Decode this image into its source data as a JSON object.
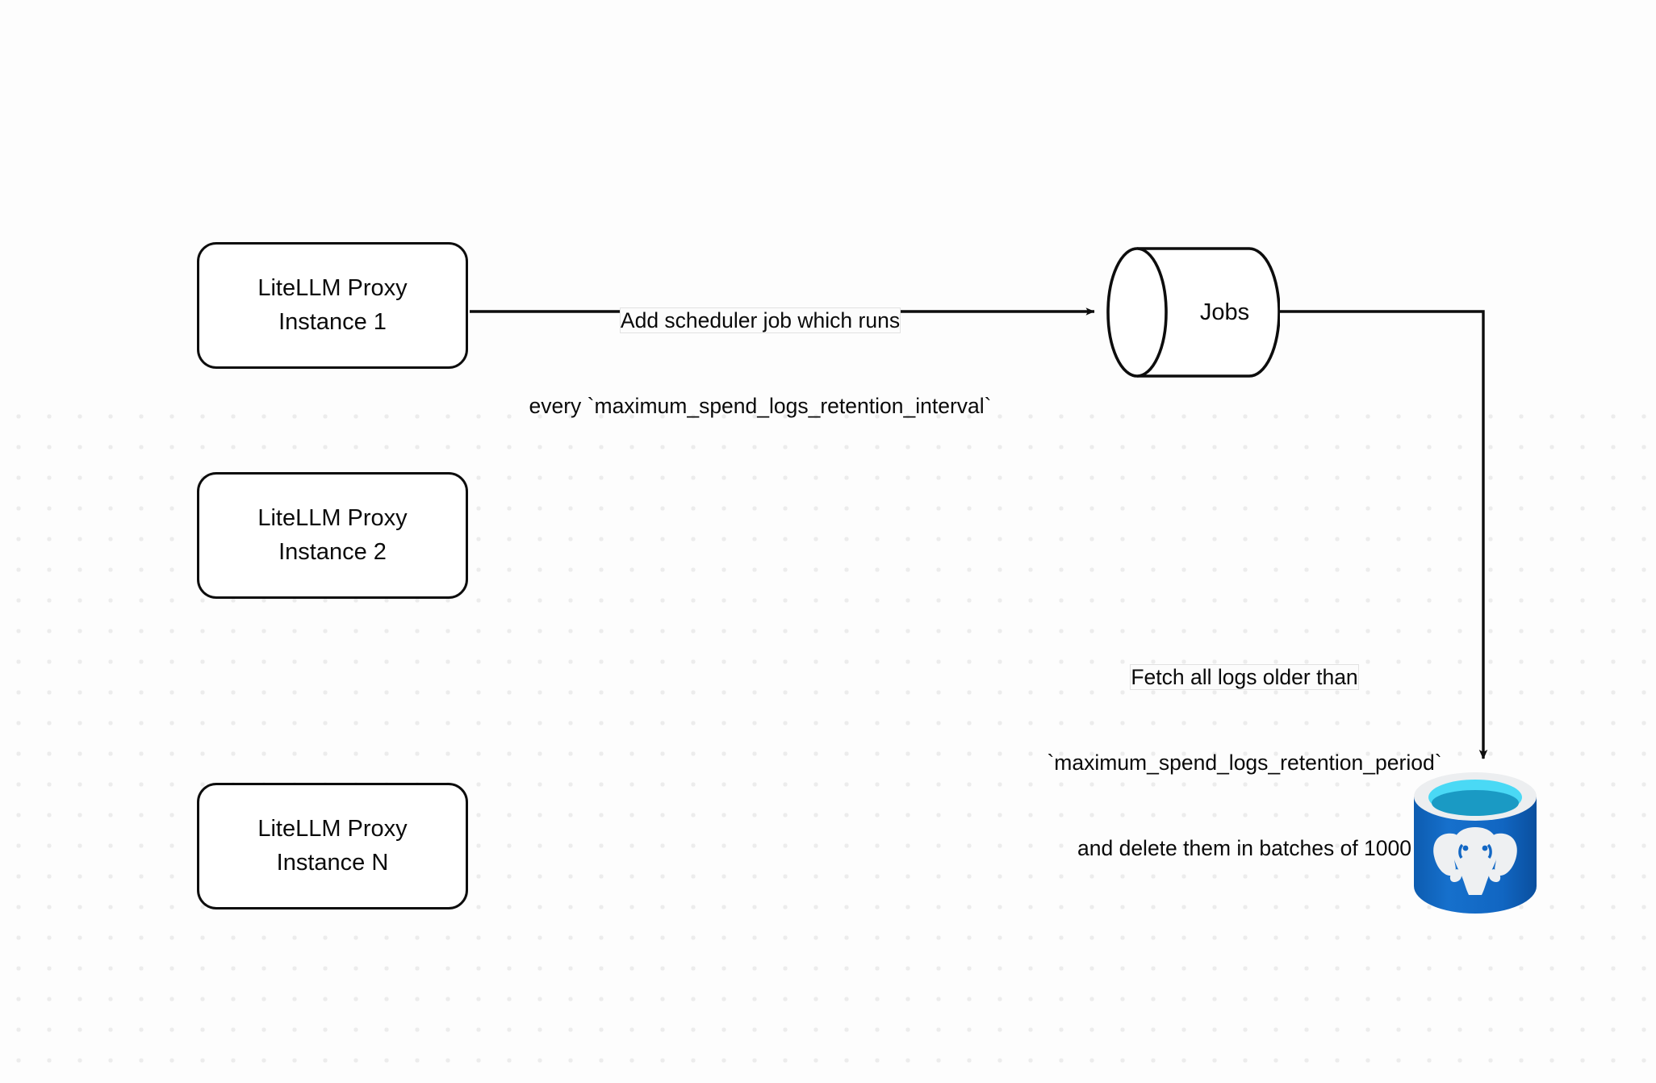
{
  "diagram": {
    "title": "LiteLLM spend logs retention scheduler flow",
    "background_color": "#fdfdfd",
    "grid_dot_color": "#ececec",
    "stroke_color": "#0d0d0d",
    "nodes": {
      "proxy_instances": [
        {
          "id": "proxy-1",
          "line1": "LiteLLM Proxy",
          "line2": "Instance 1",
          "text": "LiteLLM Proxy\nInstance 1"
        },
        {
          "id": "proxy-2",
          "line1": "LiteLLM Proxy",
          "line2": "Instance 2",
          "text": "LiteLLM Proxy\nInstance 2"
        },
        {
          "id": "proxy-3",
          "line1": "LiteLLM Proxy",
          "line2": "Instance N",
          "text": "LiteLLM Proxy\nInstance N"
        }
      ],
      "jobs": {
        "label": "Jobs",
        "shape": "cylinder"
      },
      "database": {
        "type": "postgresql",
        "shape": "cylinder",
        "body_color": "#1267c4",
        "rim_color": "#eceef0",
        "top_ring_color": "#4ad9f5",
        "top_inner_color": "#1a9ac4",
        "logo_color": "#eef0f2"
      }
    },
    "edges": [
      {
        "id": "proxy1-to-jobs",
        "from": "proxy-1",
        "to": "jobs",
        "line1": "Add scheduler job which runs",
        "line2": "every `maximum_spend_logs_retention_interval`",
        "highlight_text": "Add scheduler ",
        "arrow": "solid-triangle"
      },
      {
        "id": "jobs-to-database",
        "from": "jobs",
        "to": "database",
        "line1": "Fetch all logs older than",
        "line2": "`maximum_spend_logs_retention_period`",
        "line3": "and delete them in batches of 1000",
        "highlight_text": "Fetch all logs older than",
        "arrow": "solid-triangle"
      }
    ]
  }
}
